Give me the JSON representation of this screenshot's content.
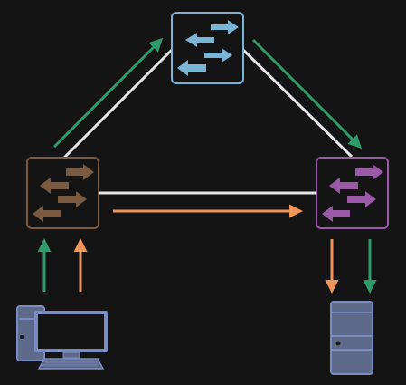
{
  "colors": {
    "background": "#141414",
    "link": "#e6e6e6",
    "path_green": "#2f9a6b",
    "path_orange": "#f0945a",
    "switch_top": "#7ab4d6",
    "switch_left": "#7a5a40",
    "switch_right": "#9a5aa6",
    "device": "#7b8cc2",
    "device_fill": "#5e6a8a",
    "device_dark": "#2a3040"
  },
  "nodes": [
    {
      "id": "switch-top",
      "kind": "switch",
      "icon": "switch-arrows-icon",
      "color": "switch_top"
    },
    {
      "id": "switch-left",
      "kind": "switch",
      "icon": "switch-arrows-icon",
      "color": "switch_left"
    },
    {
      "id": "switch-right",
      "kind": "switch",
      "icon": "switch-arrows-icon",
      "color": "switch_right"
    },
    {
      "id": "workstation",
      "kind": "computer",
      "icon": "desktop-computer-icon",
      "color": "device"
    },
    {
      "id": "server",
      "kind": "server",
      "icon": "server-tower-icon",
      "color": "device"
    }
  ],
  "links": [
    {
      "from": "switch-left",
      "to": "switch-top"
    },
    {
      "from": "switch-top",
      "to": "switch-right"
    },
    {
      "from": "switch-left",
      "to": "switch-right"
    }
  ],
  "flows": [
    {
      "name": "green-path",
      "color": "path_green",
      "route": [
        "workstation",
        "switch-left",
        "switch-top",
        "switch-right",
        "server"
      ]
    },
    {
      "name": "orange-path",
      "color": "path_orange",
      "route": [
        "workstation",
        "switch-left",
        "switch-right",
        "server"
      ]
    }
  ]
}
